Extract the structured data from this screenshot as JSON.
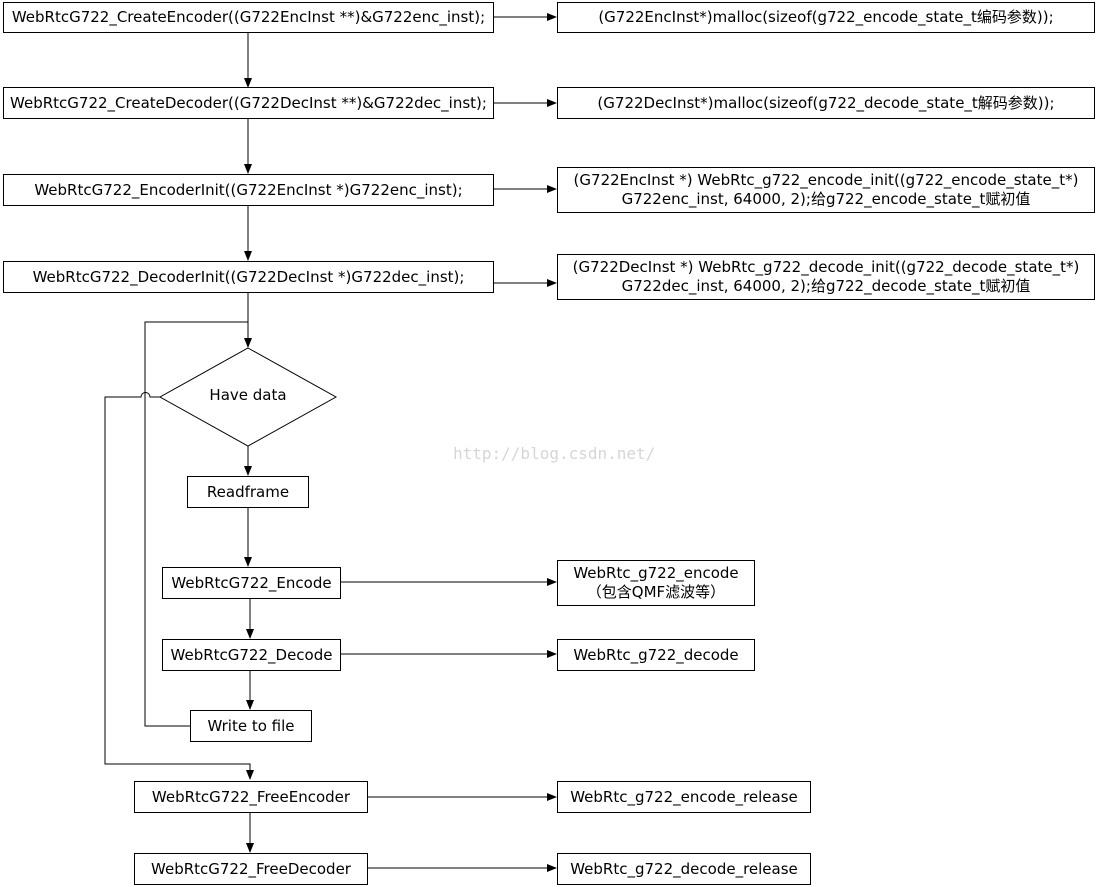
{
  "nodes": {
    "create_encoder": "WebRtcG722_CreateEncoder((G722EncInst **)&G722enc_inst);",
    "create_encoder_detail": "(G722EncInst*)malloc(sizeof(g722_encode_state_t编码参数));",
    "create_decoder": "WebRtcG722_CreateDecoder((G722DecInst **)&G722dec_inst);",
    "create_decoder_detail": "(G722DecInst*)malloc(sizeof(g722_decode_state_t解码参数));",
    "encoder_init": "WebRtcG722_EncoderInit((G722EncInst *)G722enc_inst);",
    "encoder_init_detail_line1": "(G722EncInst *) WebRtc_g722_encode_init((g722_encode_state_t*)",
    "encoder_init_detail_line2": "G722enc_inst, 64000, 2);给g722_encode_state_t赋初值",
    "decoder_init": "WebRtcG722_DecoderInit((G722DecInst *)G722dec_inst);",
    "decoder_init_detail_line1": "(G722DecInst *) WebRtc_g722_decode_init((g722_decode_state_t*)",
    "decoder_init_detail_line2": "G722dec_inst, 64000, 2);给g722_decode_state_t赋初值",
    "have_data": "Have data",
    "readframe": "Readframe",
    "encode": "WebRtcG722_Encode",
    "encode_detail_line1": "WebRtc_g722_encode",
    "encode_detail_line2": "（包含QMF滤波等）",
    "decode": "WebRtcG722_Decode",
    "decode_detail": "WebRtc_g722_decode",
    "write_to_file": "Write to file",
    "free_encoder": "WebRtcG722_FreeEncoder",
    "free_encoder_detail": "WebRtc_g722_encode_release",
    "free_decoder": "WebRtcG722_FreeDecoder",
    "free_decoder_detail": "WebRtc_g722_decode_release"
  },
  "watermark": "http://blog.csdn.net/",
  "colors": {
    "line": "#000000",
    "box_border": "#000000",
    "watermark": "#d6d6d6"
  }
}
